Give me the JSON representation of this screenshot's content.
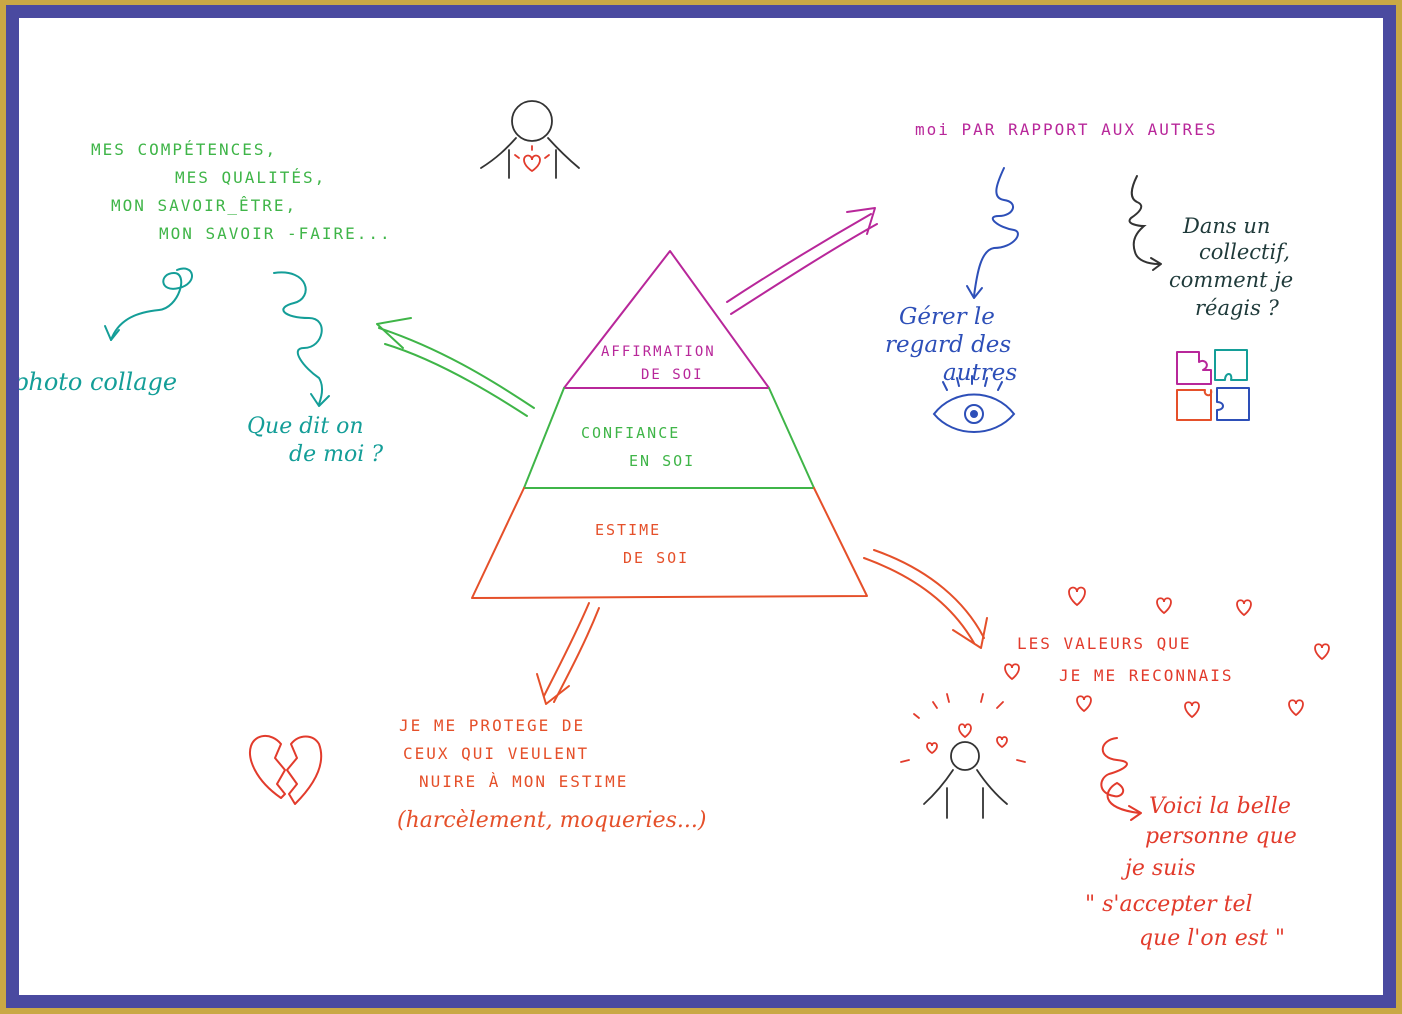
{
  "pyramid": {
    "top": [
      "AFFIRMATION",
      "DE SOI"
    ],
    "middle": [
      "CONFIANCE",
      "EN SOI"
    ],
    "bottom": [
      "ESTIME",
      "DE SOI"
    ]
  },
  "competences": [
    "MES COMPÉTENCES,",
    "MES QUALITÉS,",
    "MON SAVOIR_ÊTRE,",
    "MON SAVOIR -FAIRE..."
  ],
  "photo_collage": "photo collage",
  "que_dit_on": [
    "Que dit on",
    "de moi ?"
  ],
  "autres_title": "moi PAR RAPPORT AUX AUTRES",
  "regard": [
    "Gérer le",
    "regard des",
    "autres"
  ],
  "collectif": [
    "Dans un",
    "collectif,",
    "comment je",
    "réagis ?"
  ],
  "valeurs": [
    "LES VALEURS QUE",
    "JE ME RECONNAIS"
  ],
  "belle_personne": [
    "Voici la belle",
    "personne que",
    "je suis",
    "\" s'accepter tel",
    "que l'on est \""
  ],
  "protege": [
    "JE ME PROTEGE DE",
    "CEUX QUI VEULENT",
    "NUIRE À MON ESTIME",
    "(harcèlement, moqueries...)"
  ],
  "colors": {
    "frame": "#c9a845",
    "border": "#4a4aa0",
    "purple": "#b8279a",
    "green": "#3fb548",
    "orange": "#e5502a",
    "red": "#e23b2c",
    "blue": "#2d4fb8",
    "teal": "#149e98"
  },
  "icons": [
    "person-heart-icon",
    "eye-icon",
    "puzzle-icon",
    "broken-heart-icon",
    "person-hearts-icon",
    "heart-icon"
  ]
}
